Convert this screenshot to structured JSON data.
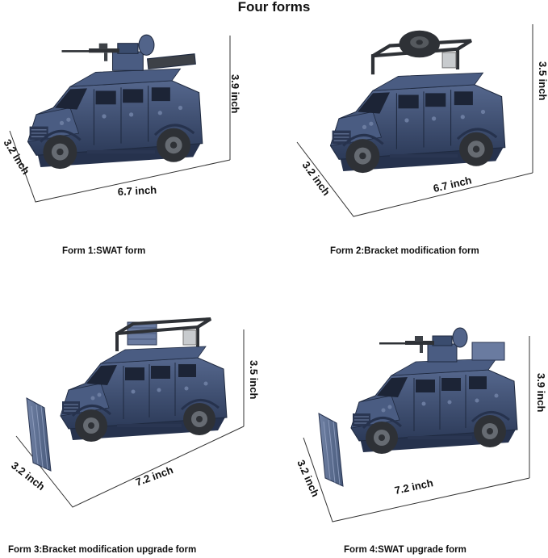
{
  "title": "Four forms",
  "colors": {
    "body": "#3a4c6e",
    "body_light": "#52648a",
    "body_dark": "#26324d",
    "tire": "#2e3136",
    "metal": "#555a60",
    "line": "#333333"
  },
  "forms": [
    {
      "caption": "Form 1:SWAT form",
      "width": "6.7 inch",
      "depth": "3.2 inch",
      "height": "3.9 inch"
    },
    {
      "caption": "Form 2:Bracket modification form",
      "width": "6.7 inch",
      "depth": "3.2 inch",
      "height": "3.5 inch"
    },
    {
      "caption": "Form 3:Bracket modification upgrade form",
      "width": "7.2 inch",
      "depth": "3.2 inch",
      "height": "3.5 inch"
    },
    {
      "caption": "Form 4:SWAT upgrade form",
      "width": "7.2 inch",
      "depth": "3.2 inch",
      "height": "3.9 inch"
    }
  ]
}
